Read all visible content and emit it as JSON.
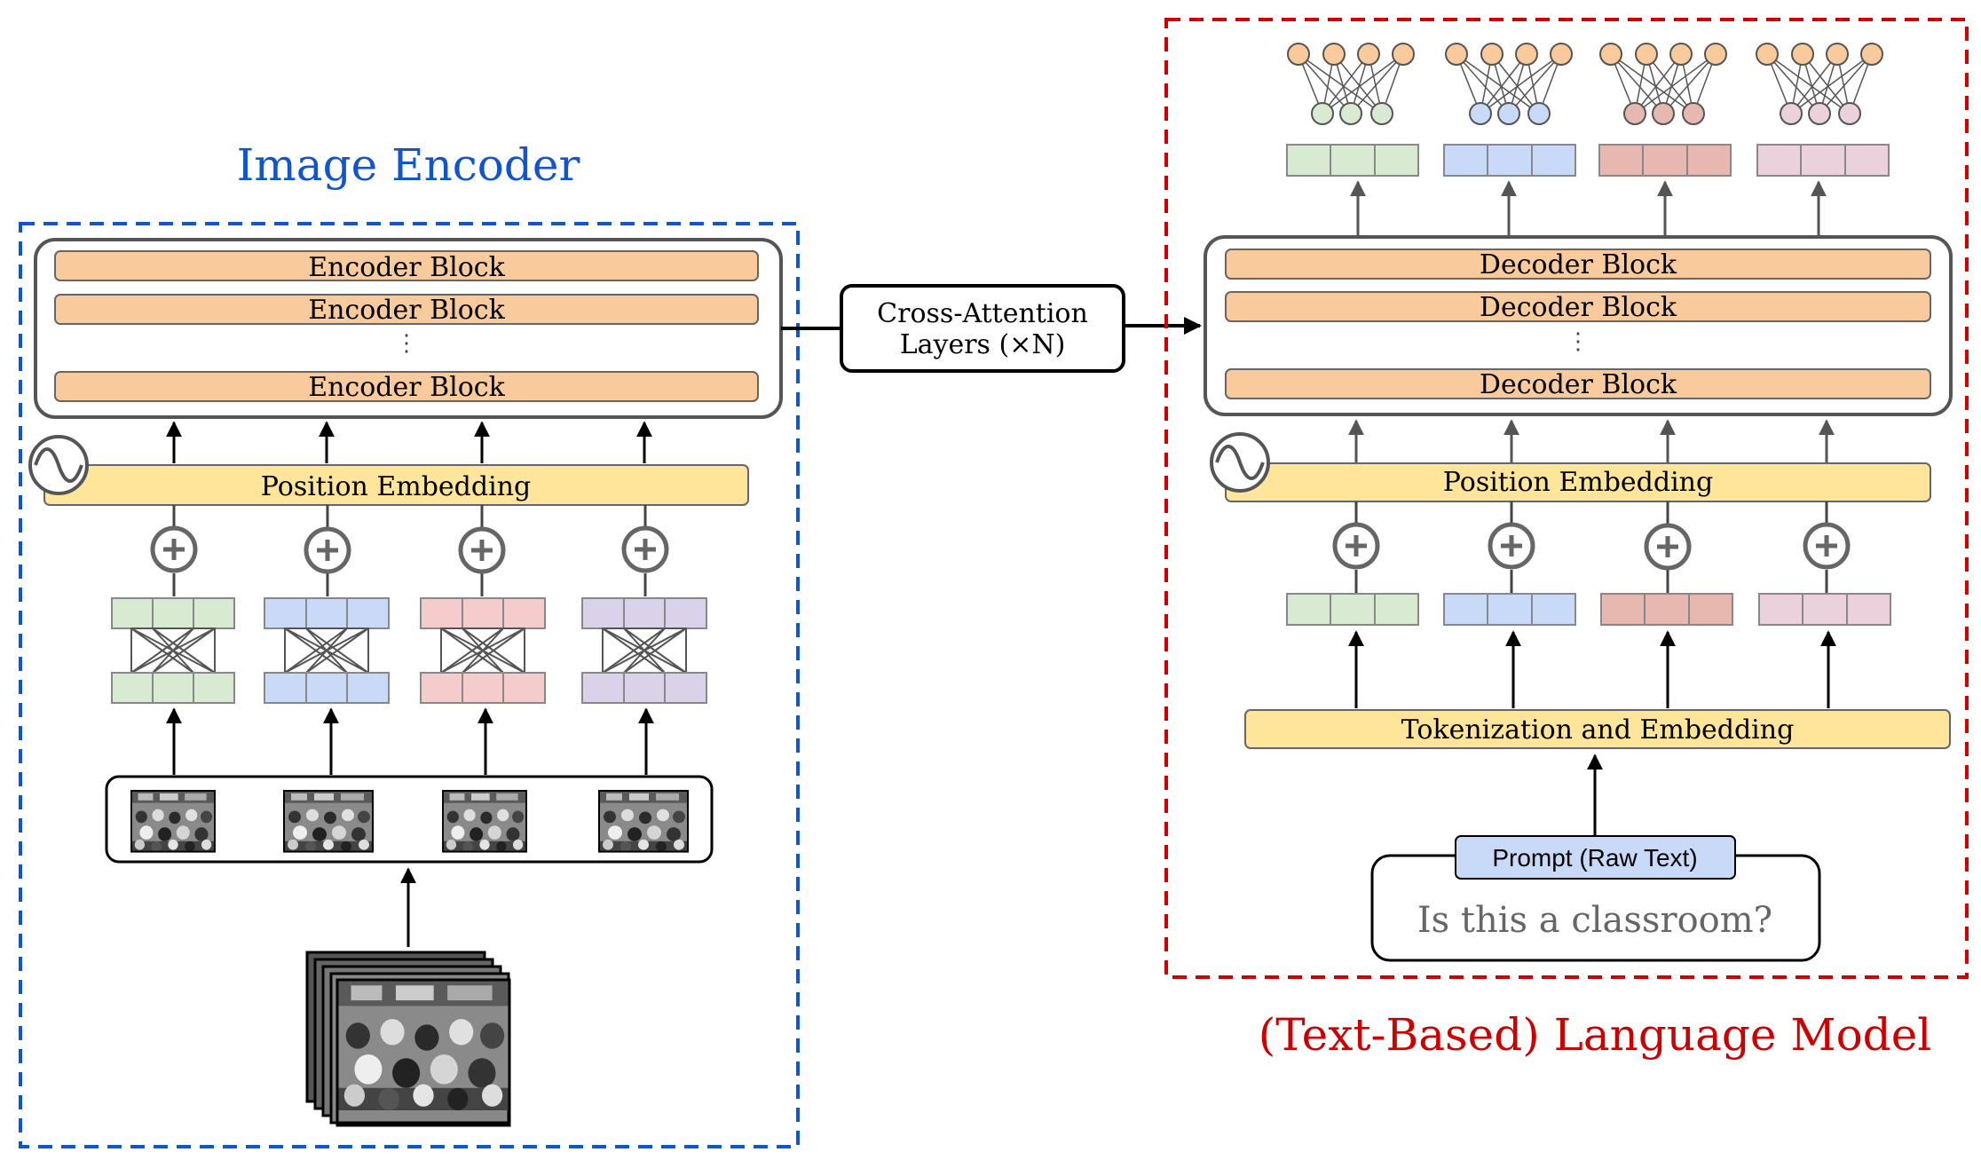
{
  "encoder": {
    "title": "Image Encoder",
    "block_label": "Encoder Block",
    "ellipsis": "⋮",
    "position_embedding_label": "Position Embedding",
    "patch_colors": [
      "#d9ead3",
      "#c9daf8",
      "#f4cccc",
      "#d9d2e9"
    ],
    "frame_color": "#1155cc"
  },
  "cross_attention": {
    "line1": "Cross-Attention",
    "line2": "Layers (×N)"
  },
  "decoder": {
    "title": "(Text-Based) Language Model",
    "block_label": "Decoder Block",
    "ellipsis": "⋮",
    "position_embedding_label": "Position Embedding",
    "tokenization_label": "Tokenization and Embedding",
    "token_colors": [
      "#d9ead3",
      "#c9daf8",
      "#e6b8af",
      "#ead1dc"
    ],
    "frame_color": "#cc0000"
  },
  "prompt": {
    "label": "Prompt (Raw Text)",
    "text": "Is this a classroom?"
  },
  "colors": {
    "block_fill": "#f9cb9c",
    "embedding_fill": "#ffe599",
    "head_node_fill": "#f9cb9c",
    "prompt_label_fill": "#c9daf8"
  },
  "icons": {
    "plus": "plus-circle-icon",
    "sinusoid": "sine-wave-icon",
    "mixing": "cross-connection-icon",
    "neural_head": "neural-network-icon",
    "image": "classroom-photo-icon"
  }
}
